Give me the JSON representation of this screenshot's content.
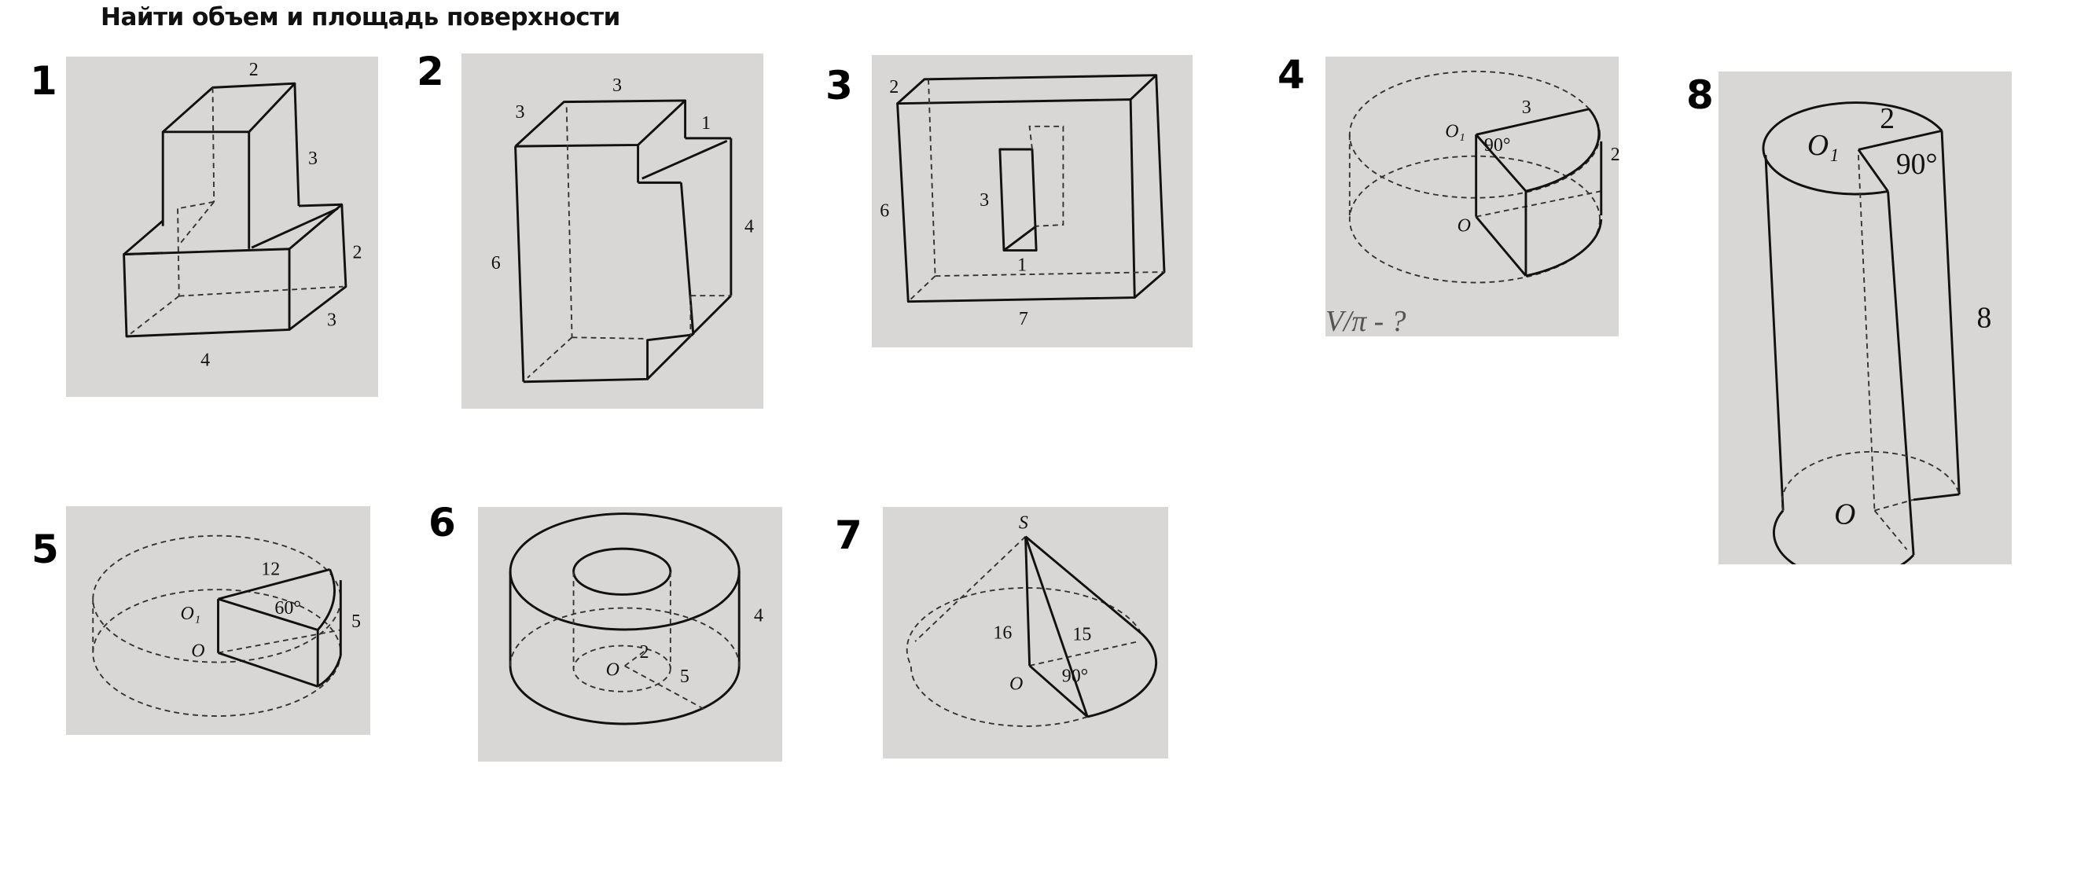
{
  "title": "Найти объем и площадь поверхности",
  "figures": [
    {
      "number": "1",
      "labels": [
        "2",
        "3",
        "2",
        "3",
        "4"
      ]
    },
    {
      "number": "2",
      "labels": [
        "3",
        "3",
        "1",
        "4",
        "6"
      ]
    },
    {
      "number": "3",
      "labels": [
        "2",
        "6",
        "3",
        "1",
        "7"
      ]
    },
    {
      "number": "4",
      "labels": [
        "3",
        "O₁",
        "90°",
        "2",
        "O",
        "V/π - ?"
      ]
    },
    {
      "number": "5",
      "labels": [
        "12",
        "O₁",
        "60°",
        "5",
        "O"
      ]
    },
    {
      "number": "6",
      "labels": [
        "4",
        "O",
        "2",
        "5"
      ]
    },
    {
      "number": "7",
      "labels": [
        "S",
        "16",
        "15",
        "O",
        "90°"
      ]
    },
    {
      "number": "8",
      "labels": [
        "O₁",
        "2",
        "90°",
        "8",
        "O"
      ]
    }
  ]
}
